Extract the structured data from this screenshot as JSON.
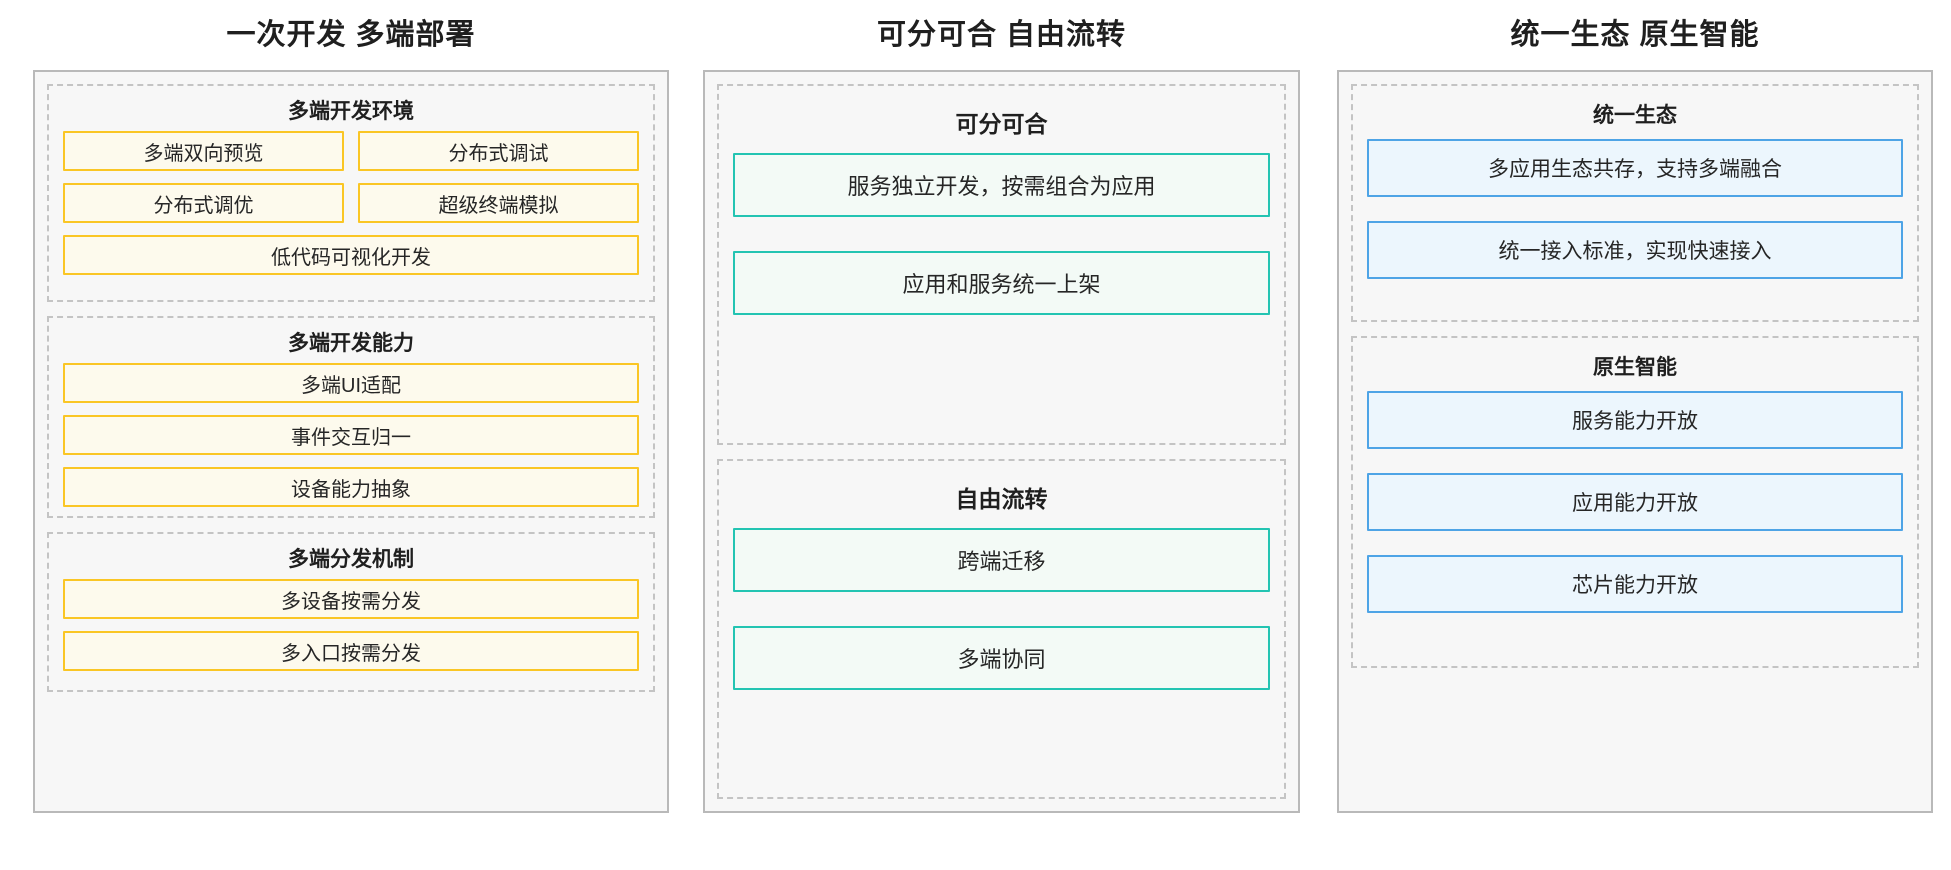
{
  "colors": {
    "background": "#ffffff",
    "panel_fill": "#f7f7f7",
    "panel_border": "#b9b9b9",
    "group_border": "#c4c4c4",
    "yellow_border": "#fac625",
    "yellow_fill": "#fdfaed",
    "teal_border": "#23c4b2",
    "teal_fill": "#f3faf6",
    "blue_border": "#4ea4e6",
    "blue_fill": "#ecf6fd",
    "text": "#1f1f1f"
  },
  "columns": [
    {
      "title": "一次开发 多端部署",
      "accent": "yellow",
      "groups": [
        {
          "title": "多端开发环境",
          "rows": [
            [
              "多端双向预览",
              "分布式调试"
            ],
            [
              "分布式调优",
              "超级终端模拟"
            ],
            [
              "低代码可视化开发"
            ]
          ]
        },
        {
          "title": "多端开发能力",
          "rows": [
            [
              "多端UI适配"
            ],
            [
              "事件交互归一"
            ],
            [
              "设备能力抽象"
            ]
          ]
        },
        {
          "title": "多端分发机制",
          "rows": [
            [
              "多设备按需分发"
            ],
            [
              "多入口按需分发"
            ]
          ]
        }
      ]
    },
    {
      "title": "可分可合 自由流转",
      "accent": "teal",
      "groups": [
        {
          "title": "可分可合",
          "rows": [
            [
              "服务独立开发，按需组合为应用"
            ],
            [
              "应用和服务统一上架"
            ]
          ]
        },
        {
          "title": "自由流转",
          "rows": [
            [
              "跨端迁移"
            ],
            [
              "多端协同"
            ]
          ]
        }
      ]
    },
    {
      "title": "统一生态 原生智能",
      "accent": "blue",
      "groups": [
        {
          "title": "统一生态",
          "rows": [
            [
              "多应用生态共存，支持多端融合"
            ],
            [
              "统一接入标准，实现快速接入"
            ]
          ]
        },
        {
          "title": "原生智能",
          "rows": [
            [
              "服务能力开放"
            ],
            [
              "应用能力开放"
            ],
            [
              "芯片能力开放"
            ]
          ]
        }
      ]
    }
  ]
}
